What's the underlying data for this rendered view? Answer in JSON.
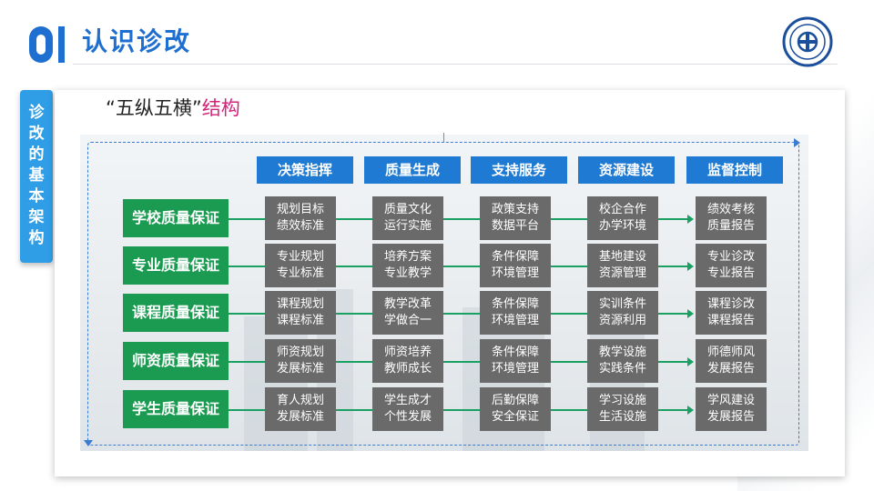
{
  "header": {
    "number": "0",
    "title": "认识诊改",
    "logo_icon": "school-emblem-icon"
  },
  "side_tab": {
    "label": "诊改的基本架构"
  },
  "structure": {
    "title_quote": "“五纵五横”",
    "title_accent": "结构"
  },
  "columns": [
    "决策指挥",
    "质量生成",
    "支持服务",
    "资源建设",
    "监督控制"
  ],
  "rows": [
    {
      "label": "学校质量保证",
      "cells": [
        [
          "规划目标",
          "绩效标准"
        ],
        [
          "质量文化",
          "运行实施"
        ],
        [
          "政策支持",
          "数据平台"
        ],
        [
          "校企合作",
          "办学环境"
        ],
        [
          "绩效考核",
          "质量报告"
        ]
      ]
    },
    {
      "label": "专业质量保证",
      "cells": [
        [
          "专业规划",
          "专业标准"
        ],
        [
          "培养方案",
          "专业教学"
        ],
        [
          "条件保障",
          "环境管理"
        ],
        [
          "基地建设",
          "资源管理"
        ],
        [
          "专业诊改",
          "专业报告"
        ]
      ]
    },
    {
      "label": "课程质量保证",
      "cells": [
        [
          "课程规划",
          "课程标准"
        ],
        [
          "教学改革",
          "学做合一"
        ],
        [
          "条件保障",
          "环境管理"
        ],
        [
          "实训条件",
          "资源利用"
        ],
        [
          "课程诊改",
          "课程报告"
        ]
      ]
    },
    {
      "label": "师资质量保证",
      "cells": [
        [
          "师资规划",
          "发展标准"
        ],
        [
          "师资培养",
          "教师成长"
        ],
        [
          "条件保障",
          "环境管理"
        ],
        [
          "教学设施",
          "实践条件"
        ],
        [
          "师德师风",
          "发展报告"
        ]
      ]
    },
    {
      "label": "学生质量保证",
      "cells": [
        [
          "育人规划",
          "发展标准"
        ],
        [
          "学生成才",
          "个性发展"
        ],
        [
          "后勤保障",
          "安全保证"
        ],
        [
          "学习设施",
          "生活设施"
        ],
        [
          "学风建设",
          "发展报告"
        ]
      ]
    }
  ],
  "colors": {
    "primary_blue": "#1e6fd0",
    "column_header": "#1e7ad2",
    "row_header": "#1a9b51",
    "cell": "#6a6a6a",
    "accent_pink": "#d4237a",
    "side_tab": "#2f9ee6"
  }
}
